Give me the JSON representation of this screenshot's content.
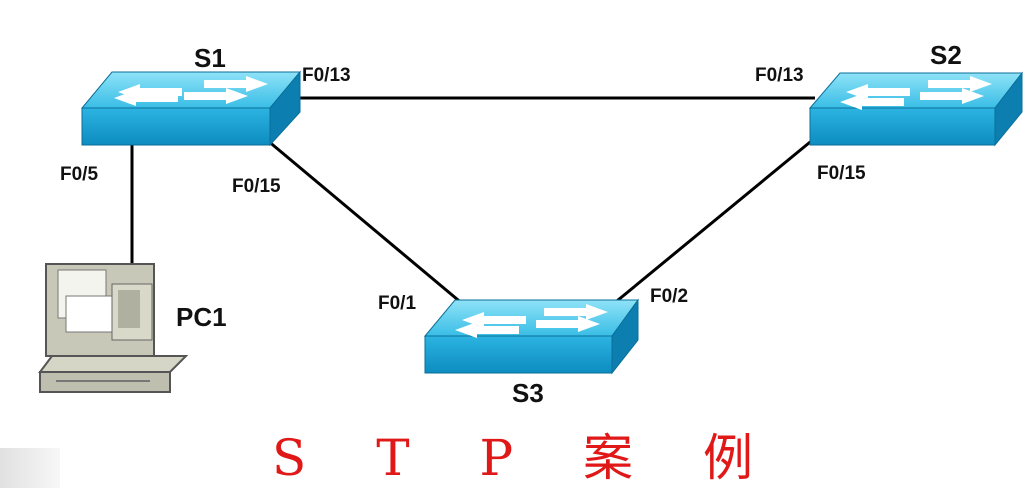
{
  "devices": {
    "s1": {
      "name": "S1"
    },
    "s2": {
      "name": "S2"
    },
    "s3": {
      "name": "S3"
    },
    "pc1": {
      "name": "PC1"
    }
  },
  "ports": {
    "s1_f013": "F0/13",
    "s2_f013": "F0/13",
    "s1_f015": "F0/15",
    "s2_f015": "F0/15",
    "s3_f01": "F0/1",
    "s3_f02": "F0/2",
    "s1_f05": "F0/5"
  },
  "title_chars": [
    "S",
    "T",
    "P",
    "案",
    "例"
  ],
  "colors": {
    "switch_top": "#5fd0ee",
    "switch_front": "#1aa3d4",
    "switch_side": "#0c7fb0",
    "title": "#e01818"
  }
}
